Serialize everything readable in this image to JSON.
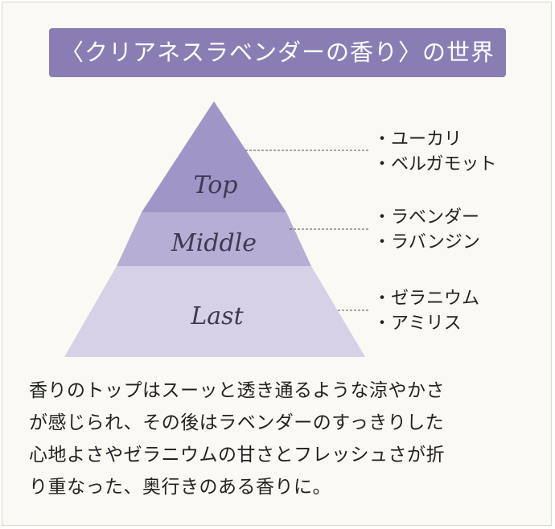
{
  "title": "〈クリアネスラベンダーの香り〉の世界",
  "pyramid": {
    "tiers": [
      {
        "label": "Top",
        "notes": [
          "ユーカリ",
          "ベルガモット"
        ]
      },
      {
        "label": "Middle",
        "notes": [
          "ラベンダー",
          "ラバンジン"
        ]
      },
      {
        "label": "Last",
        "notes": [
          "ゼラニウム",
          "アミリス"
        ]
      }
    ],
    "colors": {
      "top": "#9f95c6",
      "middle": "#b6aed4",
      "last": "#d6d1e7",
      "banner": "#8a7db3"
    }
  },
  "description": [
    "香りのトップはスーッと透き通るような涼やかさ",
    "が感じられ、その後はラベンダーのすっきりした",
    "心地よさやゼラニウムの甘さとフレッシュさが折",
    "り重なった、奥行きのある香りに。"
  ]
}
